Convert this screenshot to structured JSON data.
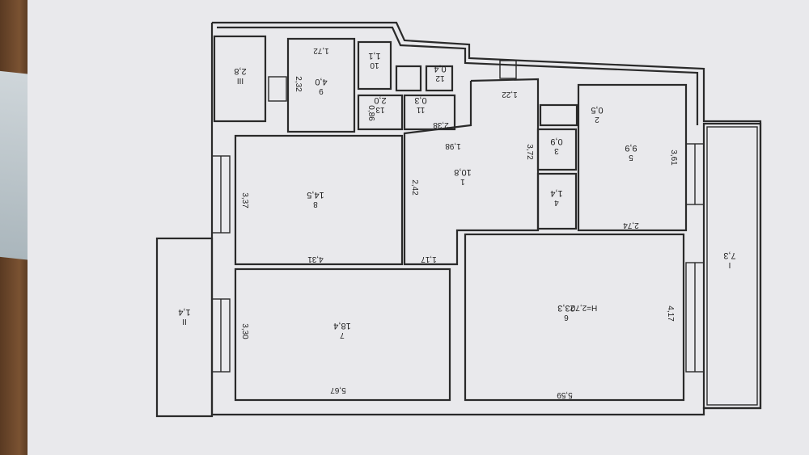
{
  "plan": {
    "rooms": [
      {
        "id": "r1",
        "num": "1",
        "area": "10,8"
      },
      {
        "id": "r2",
        "num": "2",
        "area": "0,5"
      },
      {
        "id": "r3",
        "num": "3",
        "area": "0,9"
      },
      {
        "id": "r4",
        "num": "4",
        "area": "1,4"
      },
      {
        "id": "r5",
        "num": "5",
        "area": "9,9"
      },
      {
        "id": "r6",
        "num": "6",
        "area": "23,3",
        "extra": "H=2,70"
      },
      {
        "id": "r7",
        "num": "7",
        "area": "18,4"
      },
      {
        "id": "r8",
        "num": "8",
        "area": "14,5"
      },
      {
        "id": "r9",
        "num": "9",
        "area": "4,0"
      },
      {
        "id": "r10",
        "num": "10",
        "area": "1,1"
      },
      {
        "id": "r11",
        "num": "11",
        "area": "0,3"
      },
      {
        "id": "r12",
        "num": "12",
        "area": "0,4"
      },
      {
        "id": "r13",
        "num": "13",
        "area": "2,0"
      },
      {
        "id": "rI",
        "num": "I",
        "area": "7,3"
      },
      {
        "id": "rII",
        "num": "II",
        "area": "1,4"
      },
      {
        "id": "rIII",
        "num": "III",
        "area": "2,8"
      }
    ],
    "dims": {
      "d172": "1,72",
      "d232": "2,32",
      "d086": "0,86",
      "d238": "2,38",
      "d122": "1,22",
      "d198": "1,98",
      "d372": "3,72",
      "d242": "2,42",
      "d337": "3,37",
      "d431": "4,31",
      "d117": "1,17",
      "d274": "2,74",
      "d361": "3,61",
      "d330": "3,30",
      "d567": "5,67",
      "d559": "5,59",
      "d417": "4,17"
    }
  }
}
